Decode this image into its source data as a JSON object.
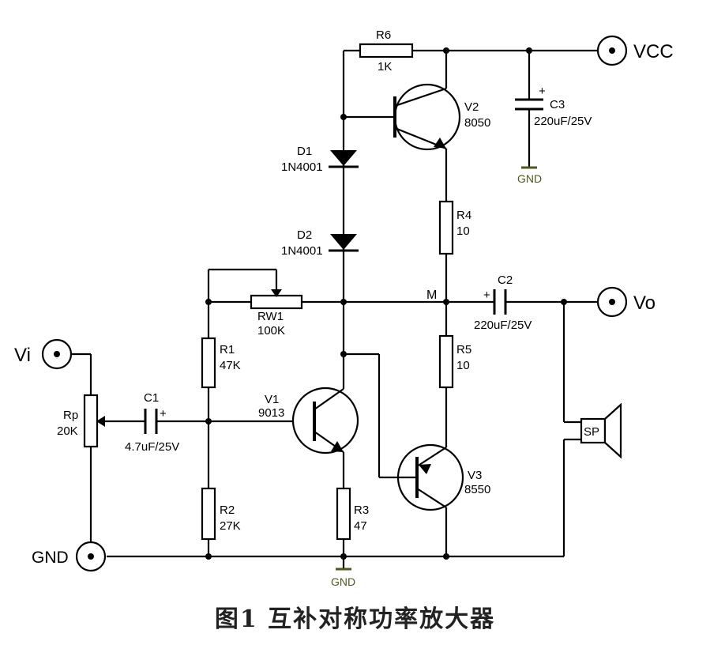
{
  "terminals": {
    "vcc": "VCC",
    "vo": "Vo",
    "vi": "Vi",
    "gnd": "GND"
  },
  "node_m": "M",
  "ground_labels": {
    "c3": "GND",
    "r3": "GND"
  },
  "components": {
    "r6": {
      "name": "R6",
      "value": "1K"
    },
    "v2": {
      "name": "V2",
      "value": "8050"
    },
    "c3": {
      "name": "C3",
      "value": "220uF/25V",
      "polarity": "+"
    },
    "d1": {
      "name": "D1",
      "value": "1N4001"
    },
    "d2": {
      "name": "D2",
      "value": "1N4001"
    },
    "r4": {
      "name": "R4",
      "value": "10"
    },
    "rw1": {
      "name": "RW1",
      "value": "100K"
    },
    "c2": {
      "name": "C2",
      "value": "220uF/25V",
      "polarity": "+"
    },
    "r1": {
      "name": "R1",
      "value": "47K"
    },
    "r5": {
      "name": "R5",
      "value": "10"
    },
    "v1": {
      "name": "V1",
      "value": "9013"
    },
    "rp": {
      "name": "Rp",
      "value": "20K"
    },
    "c1": {
      "name": "C1",
      "value": "4.7uF/25V",
      "polarity": "+"
    },
    "sp": {
      "name": "SP"
    },
    "v3": {
      "name": "V3",
      "value": "8550"
    },
    "r2": {
      "name": "R2",
      "value": "27K"
    },
    "r3": {
      "name": "R3",
      "value": "47"
    }
  },
  "caption": "图1   互补对称功率放大器"
}
